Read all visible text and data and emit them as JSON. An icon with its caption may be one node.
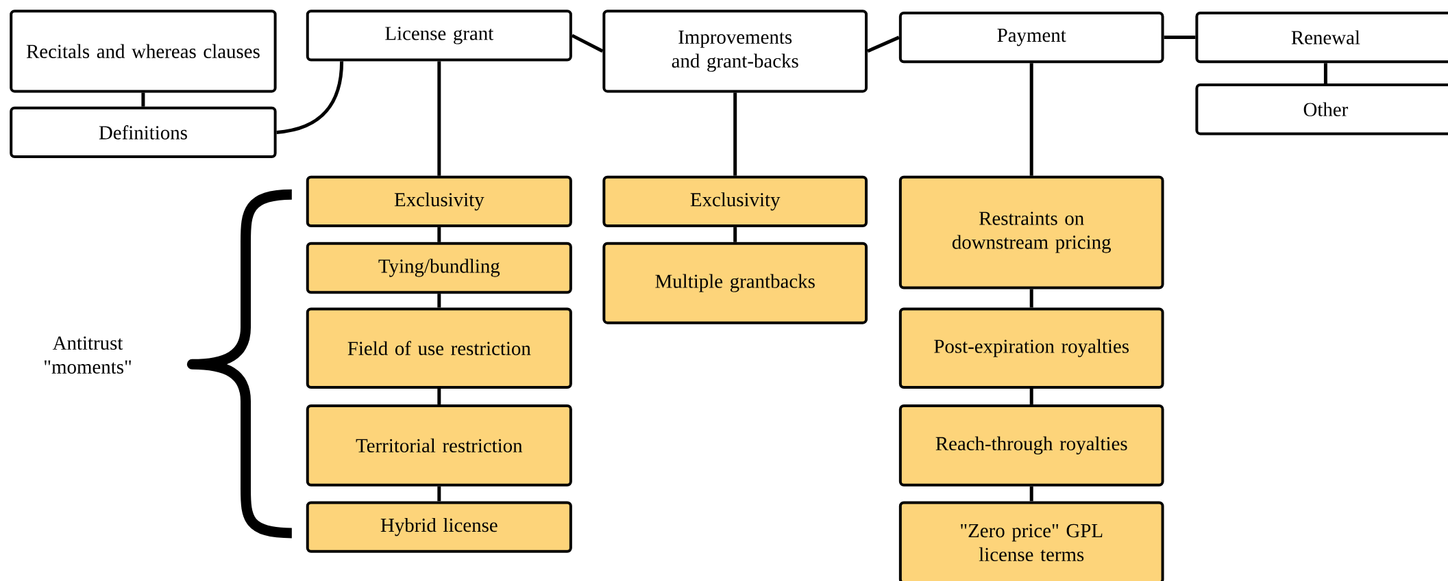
{
  "diagram": {
    "nodes": [
      {
        "text": [
          "Recitals and whereas clauses"
        ]
      },
      {
        "text": [
          "License grant"
        ]
      },
      {
        "text": [
          "Improvements and grant-backs"
        ]
      },
      {
        "text": [
          "Payment"
        ]
      },
      {
        "text": [
          "Renewal"
        ]
      },
      {
        "text": [
          "Definitions"
        ]
      },
      {
        "text": [
          "Other"
        ]
      },
      {
        "text": [
          "Exclusivity"
        ]
      },
      {
        "text": [
          "Tying/bundling"
        ]
      },
      {
        "text": [
          "Field of use restriction"
        ]
      },
      {
        "text": [
          "Territorial restriction"
        ]
      },
      {
        "text": [
          "Hybrid license"
        ]
      },
      {
        "text": [
          "Exclusivity"
        ]
      },
      {
        "text": [
          "Multiple grantbacks"
        ]
      },
      {
        "text": [
          "Restraints on downstream pricing"
        ]
      },
      {
        "text": [
          "Post-expiration royalties"
        ]
      },
      {
        "text": [
          "Reach-through royalties"
        ]
      },
      {
        "text": [
          "\"Zero price\" GPL license terms"
        ]
      }
    ],
    "edges": [
      {
        "from": 0,
        "to": 5,
        "arrow": "none"
      },
      {
        "from": 5,
        "to": 1,
        "arrow": "none"
      },
      {
        "from": 1,
        "to": 2,
        "arrow": "none"
      },
      {
        "from": 2,
        "to": 3,
        "arrow": "none"
      },
      {
        "from": 3,
        "to": 4,
        "arrow": "none"
      },
      {
        "from": 4,
        "to": 6,
        "arrow": "none"
      },
      {
        "from": 1,
        "to": 7,
        "arrow": "none"
      },
      {
        "from": 7,
        "to": 8,
        "arrow": "none"
      },
      {
        "from": 8,
        "to": 9,
        "arrow": "none"
      },
      {
        "from": 9,
        "to": 10,
        "arrow": "none"
      },
      {
        "from": 10,
        "to": 11,
        "arrow": "none"
      },
      {
        "from": 2,
        "to": 12,
        "arrow": "none"
      },
      {
        "from": 12,
        "to": 13,
        "arrow": "none"
      },
      {
        "from": 3,
        "to": 14,
        "arrow": "none"
      },
      {
        "from": 14,
        "to": 15,
        "arrow": "none"
      },
      {
        "from": 15,
        "to": 16,
        "arrow": "none"
      },
      {
        "from": 16,
        "to": 17,
        "arrow": "none"
      }
    ],
    "labels": [
      "Antitrust \"moments\""
    ]
  }
}
